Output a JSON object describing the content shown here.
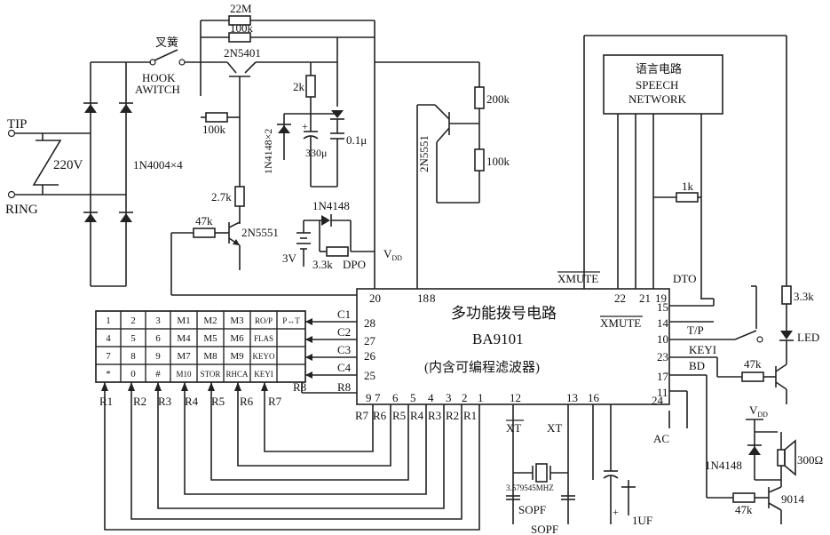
{
  "labels": {
    "r22m": "22M",
    "r100k_top": "100k",
    "hook_cn": "叉簧",
    "hook1": "HOOK",
    "hook2": "AWITCH",
    "q_2n5401": "2N5401",
    "r100k_mid": "100k",
    "r2k": "2k",
    "d1n4148x2": "1N4148×2",
    "c330u": "330μ",
    "c01u": "0.1μ",
    "tip": "TIP",
    "ring": "RING",
    "v220": "220V",
    "bridge": "1N4004×4",
    "r27k": "2.7k",
    "r47k_a": "47k",
    "q_2n5551_a": "2N5551",
    "d1n4148": "1N4148",
    "bat3v": "3V",
    "r33k_a": "3.3k",
    "dpo": "DPO",
    "vdd": "V",
    "vdd_sub": "DD",
    "q_2n5551_b": "2N5551",
    "r200k": "200k",
    "r100k_b": "100k",
    "speech_cn": "语言电路",
    "speech1": "SPEECH",
    "speech2": "NETWORK",
    "r1k": "1k",
    "xmute_top": "XMUTE",
    "dto": "DTO",
    "r33k_b": "3.3k",
    "led": "LED",
    "ic_title": "多功能拨号电路",
    "ic_name": "BA9101",
    "ic_sub": "(内含可编程滤波器)",
    "xmute_in": "XMUTE",
    "tp": "T/P",
    "keyi": "KEYI",
    "bd": "BD",
    "r47k_b": "47k",
    "ac": "AC",
    "vdd2": "V",
    "vdd2_sub": "DD",
    "d1n4148_b": "1N4148",
    "spk": "300Ω",
    "r47k_c": "47k",
    "q_9014": "9014",
    "xt_bar": "XT",
    "xt": "XT",
    "crystal": "3.579545MHZ",
    "sopf": "SOPF",
    "sopf2": "SOPF",
    "c1uf": "1UF"
  },
  "pins": {
    "p20": "20",
    "p18": "18",
    "p8": "8",
    "p22": "22",
    "p21": "21",
    "p19": "19",
    "p15": "15",
    "p14": "14",
    "p10": "10",
    "p23": "23",
    "p17": "17",
    "p11": "11",
    "p24": "24",
    "p28": "28",
    "p27": "27",
    "p26": "26",
    "p25": "25",
    "p9": "9",
    "p7": "7",
    "p6": "6",
    "p5": "5",
    "p4": "4",
    "p3": "3",
    "p2": "2",
    "p1": "1",
    "p12": "12",
    "p13": "13",
    "p16": "16"
  },
  "cols": [
    "C1",
    "C2",
    "C3",
    "C4"
  ],
  "r8": "R8",
  "rows_bottom": [
    "R7",
    "R6",
    "R5",
    "R4",
    "R3",
    "R2",
    "R1"
  ],
  "rows_left": [
    "R1",
    "R2",
    "R3",
    "R4",
    "R5",
    "R6",
    "R7"
  ],
  "keypad": [
    [
      "1",
      "2",
      "3",
      "M1",
      "M2",
      "M3",
      "RO/P",
      "P↔T"
    ],
    [
      "4",
      "5",
      "6",
      "M4",
      "M5",
      "M6",
      "FLAS",
      ""
    ],
    [
      "7",
      "8",
      "9",
      "M7",
      "M8",
      "M9",
      "KEYO",
      ""
    ],
    [
      "*",
      "0",
      "#",
      "M10",
      "STOR",
      "RHCA",
      "KEYI",
      ""
    ]
  ]
}
